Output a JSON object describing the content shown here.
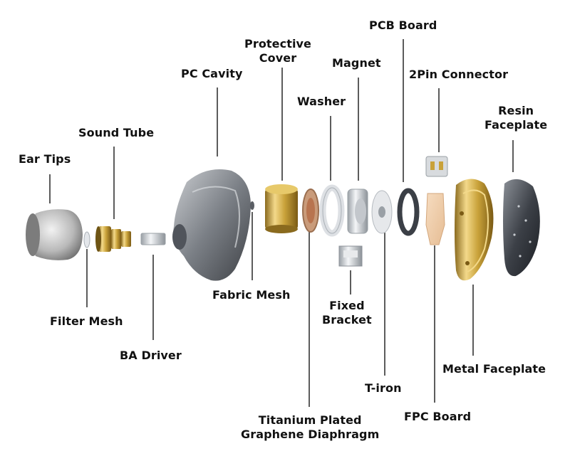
{
  "labels": {
    "ear_tips": "Ear Tips",
    "sound_tube": "Sound Tube",
    "filter_mesh": "Filter Mesh",
    "ba_driver": "BA Driver",
    "pc_cavity": "PC Cavity",
    "fabric_mesh": "Fabric Mesh",
    "protective_cover": [
      "Protective",
      "Cover"
    ],
    "washer": "Washer",
    "magnet": "Magnet",
    "pcb_board": "PCB Board",
    "two_pin_connector": "2Pin Connector",
    "resin_faceplate": [
      "Resin",
      "Faceplate"
    ],
    "fixed_bracket": [
      "Fixed",
      "Bracket"
    ],
    "t_iron": "T-iron",
    "diaphragm": [
      "Titanium Plated",
      "Graphene Diaphragm"
    ],
    "fpc_board": "FPC Board",
    "metal_faceplate": "Metal Faceplate"
  },
  "colors": {
    "line": "#333333",
    "gold": "#c9a23a",
    "silver": "#c8ccd1",
    "dark": "#3b3f46"
  }
}
